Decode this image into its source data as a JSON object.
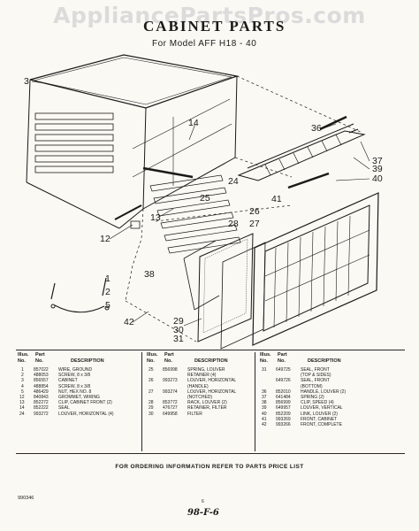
{
  "watermark": "AppliancePartsPros.com",
  "header": {
    "title": "CABINET PARTS",
    "subtitle": "For Model AFF H18 - 40"
  },
  "callouts": [
    "3",
    "14",
    "25",
    "24",
    "13",
    "26",
    "27",
    "28",
    "12",
    "36",
    "37",
    "39",
    "40",
    "41",
    "1",
    "2",
    "5",
    "38",
    "42",
    "29",
    "30",
    "31"
  ],
  "table": {
    "headers": {
      "illus": "Illus.",
      "no": "No.",
      "part": "Part",
      "description": "DESCRIPTION"
    },
    "columns": [
      [
        [
          "1",
          "857022",
          "WIRE, GROUND"
        ],
        [
          "2",
          "488053",
          "SCREW, 8 x 3/8"
        ],
        [
          "3",
          "856557",
          "CABINET"
        ],
        [
          "4",
          "488854",
          "SCREW, 8 x 3/8"
        ],
        [
          "5",
          "486429",
          "NUT, HEX NO. 8"
        ],
        [
          "12",
          "840843",
          "GROMMET, WIRING"
        ],
        [
          "13",
          "852272",
          "CLIP, CABINET FRONT (2)"
        ],
        [
          "14",
          "852222",
          "SEAL"
        ],
        [
          "24",
          "993272",
          "LOUVER, HORIZONTAL (4)"
        ]
      ],
      [
        [
          "25",
          "856998",
          "SPRING, LOUVER"
        ],
        [
          "",
          "",
          "RETAINER (4)"
        ],
        [
          "26",
          "993273",
          "LOUVER, HORIZONTAL"
        ],
        [
          "",
          "",
          "(HANDLE)"
        ],
        [
          "27",
          "993274",
          "LOUVER, HORIZONTAL"
        ],
        [
          "",
          "",
          "(NOTCHED)"
        ],
        [
          "28",
          "853772",
          "RACK, LOUVER (2)"
        ],
        [
          "29",
          "476727",
          "RETAINER, FILTER"
        ],
        [
          "30",
          "649958",
          "FILTER"
        ]
      ],
      [
        [
          "31",
          "649725",
          "SEAL, FRONT"
        ],
        [
          "",
          "",
          "(TOP & SIDES)"
        ],
        [
          "",
          "649726",
          "SEAL, FRONT"
        ],
        [
          "",
          "",
          "(BOTTOM)"
        ],
        [
          "36",
          "852010",
          "HANDLE, LOUVER (2)"
        ],
        [
          "37",
          "641484",
          "SPRING (2)"
        ],
        [
          "38",
          "856999",
          "CLIP, SPEED (4)"
        ],
        [
          "39",
          "649957",
          "LOUVER, VERTICAL"
        ],
        [
          "40",
          "852209",
          "LINK, LOUVER (2)"
        ],
        [
          "41",
          "993269",
          "FRONT, CABINET"
        ],
        [
          "42",
          "993266",
          "FRONT, COMPLETE"
        ]
      ]
    ]
  },
  "footer": "FOR ORDERING INFORMATION REFER TO PARTS PRICE LIST",
  "doc_number": "990346",
  "page_number": "6",
  "handwritten_note": "98-F-6"
}
